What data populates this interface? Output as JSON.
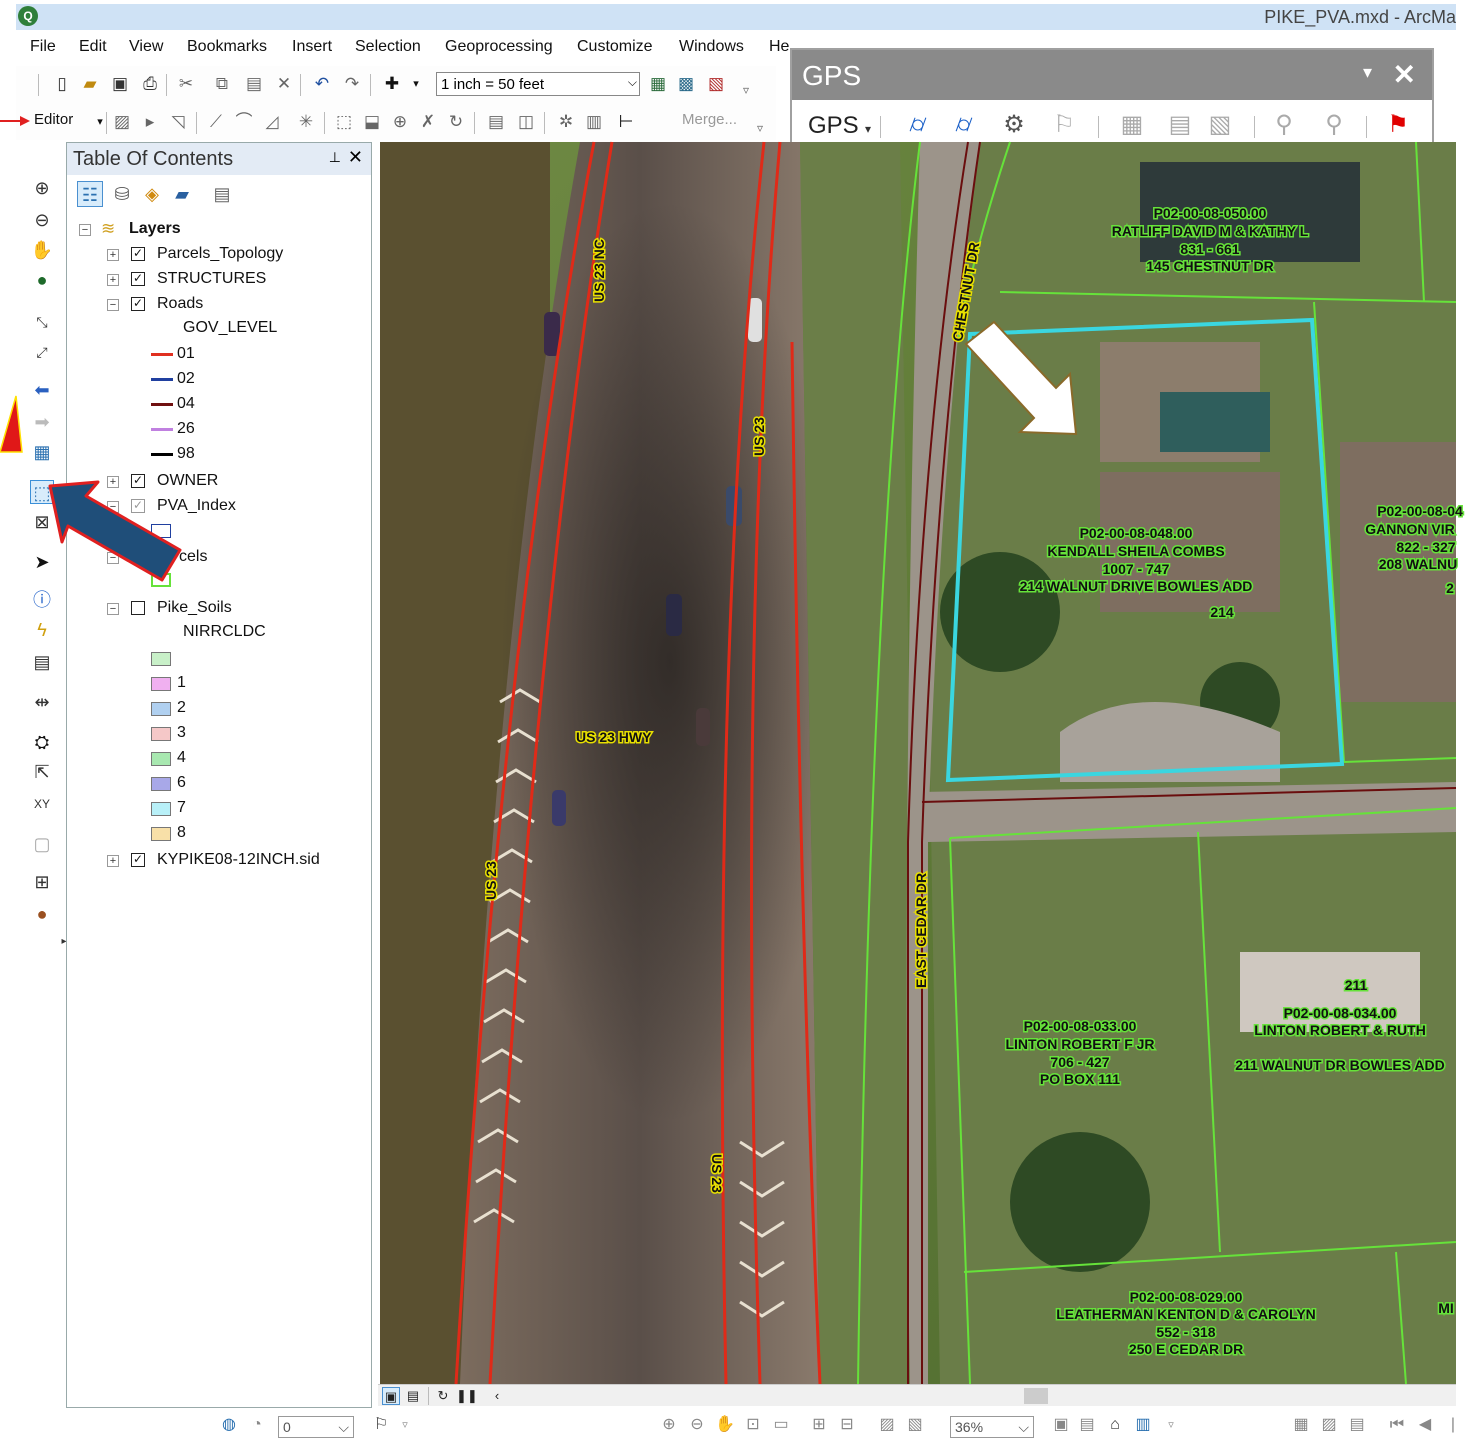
{
  "window": {
    "title": "PIKE_PVA.mxd - ArcMa"
  },
  "menu": [
    "File",
    "Edit",
    "View",
    "Bookmarks",
    "Insert",
    "Selection",
    "Geoprocessing",
    "Customize",
    "Windows",
    "He"
  ],
  "toolbar": {
    "scale": "1 inch = 50 feet",
    "editor_label": "Editor",
    "merge_label": "Merge..."
  },
  "gps": {
    "title": "GPS",
    "label": "GPS"
  },
  "toc": {
    "title": "Table Of Contents",
    "root": "Layers",
    "layers": [
      {
        "name": "Parcels_Topology",
        "checked": true
      },
      {
        "name": "STRUCTURES",
        "checked": true
      },
      {
        "name": "Roads",
        "checked": true,
        "field": "GOV_LEVEL",
        "classes": [
          {
            "label": "01",
            "color": "#e03020"
          },
          {
            "label": "02",
            "color": "#2040a0"
          },
          {
            "label": "04",
            "color": "#701010"
          },
          {
            "label": "26",
            "color": "#c080e0"
          },
          {
            "label": "98",
            "color": "#000000"
          }
        ]
      },
      {
        "name": "OWNER",
        "checked": true
      },
      {
        "name": "PVA_Index",
        "checked": true
      },
      {
        "name": "cels"
      },
      {
        "name": "Pike_Soils",
        "checked": false,
        "field": "NIRRCLDC",
        "classes": [
          {
            "label": "",
            "color": "#c8f0c8"
          },
          {
            "label": "1",
            "color": "#f0b0f0"
          },
          {
            "label": "2",
            "color": "#b0d0f0"
          },
          {
            "label": "3",
            "color": "#f5c8c8"
          },
          {
            "label": "4",
            "color": "#a8e8b0"
          },
          {
            "label": "6",
            "color": "#a8a8e8"
          },
          {
            "label": "7",
            "color": "#b8f0f8"
          },
          {
            "label": "8",
            "color": "#f8e0a8"
          }
        ]
      },
      {
        "name": "KYPIKE08-12INCH.sid",
        "checked": true
      }
    ]
  },
  "map": {
    "roads": [
      "US 23 NC",
      "US 23",
      "US 23 HWY",
      "US 23",
      "US 23",
      "CHESTNUT DR",
      "EAST CEDAR DR"
    ],
    "parcels": [
      {
        "lines": [
          "P02-00-08-050.00",
          "RATLIFF DAVID M & KATHY L",
          "831 - 661",
          "145 CHESTNUT DR"
        ]
      },
      {
        "lines": [
          "P02-00-08-048.00",
          "KENDALL SHEILA COMBS",
          "1007 - 747",
          "214 WALNUT DRIVE BOWLES ADD",
          "214"
        ]
      },
      {
        "lines": [
          "P02-00-08-04",
          "GANNON VIR",
          "822 - 327",
          "208 WALNU",
          "2"
        ]
      },
      {
        "lines": [
          "P02-00-08-033.00",
          "LINTON ROBERT F JR",
          "706 - 427",
          "PO BOX 111"
        ]
      },
      {
        "lines": [
          "211",
          "P02-00-08-034.00",
          "LINTON ROBERT & RUTH",
          "211 WALNUT DR BOWLES ADD"
        ]
      },
      {
        "lines": [
          "P02-00-08-029.00",
          "LEATHERMAN KENTON D & CAROLYN",
          "552 - 318",
          "250 E CEDAR DR"
        ]
      },
      {
        "lines": [
          "MI"
        ]
      }
    ],
    "highlight_color": "#3ad6e0",
    "parcel_color": "#66e23a"
  },
  "status": {
    "zoom": "36%",
    "page": "0"
  }
}
